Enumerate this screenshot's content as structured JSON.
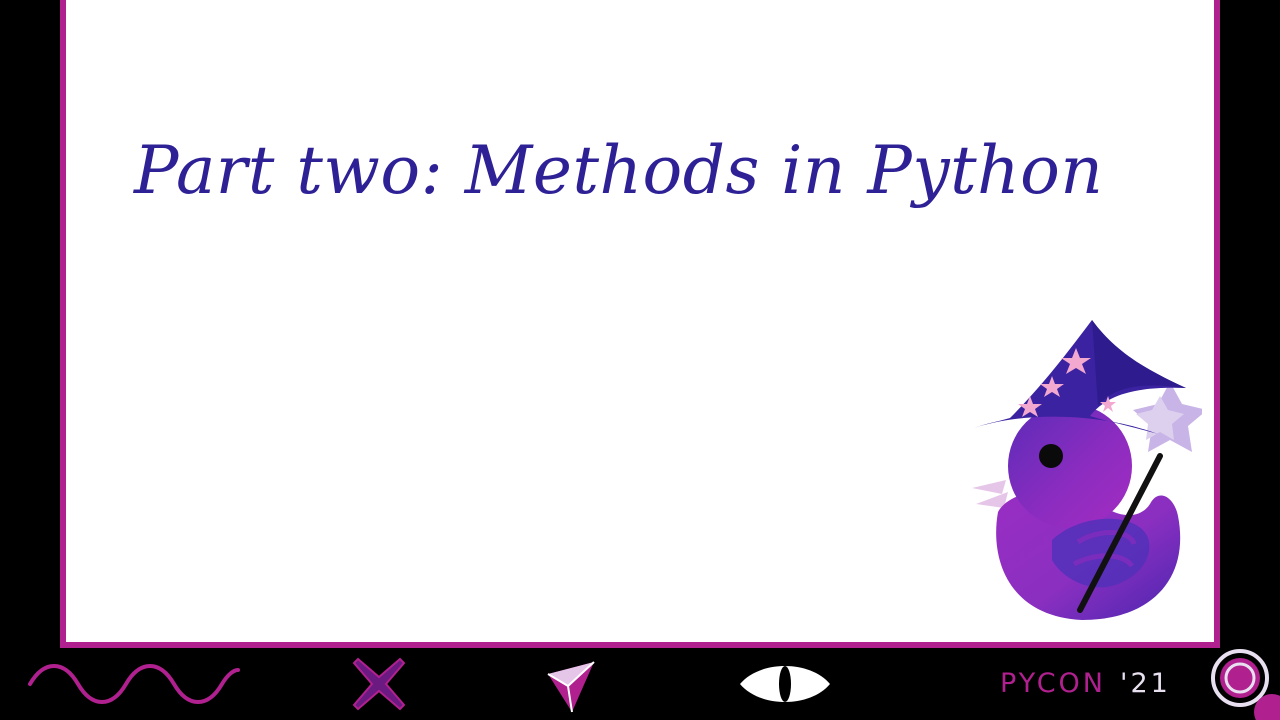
{
  "slide": {
    "title": "Part two: Methods in Python"
  },
  "footer": {
    "brand_name": "PYCON",
    "brand_year": "'21",
    "icons": [
      "wave-icon",
      "x-icon",
      "triangle-icon",
      "eye-icon",
      "target-icon"
    ]
  },
  "colors": {
    "frame": "#b0208f",
    "title": "#2e2196",
    "background": "#000000",
    "slide": "#ffffff",
    "duck_purple": "#8a2fc0",
    "hat_blue": "#3a22a0",
    "star_pink": "#f2a8cf",
    "wand_star": "#c8b4e6"
  }
}
